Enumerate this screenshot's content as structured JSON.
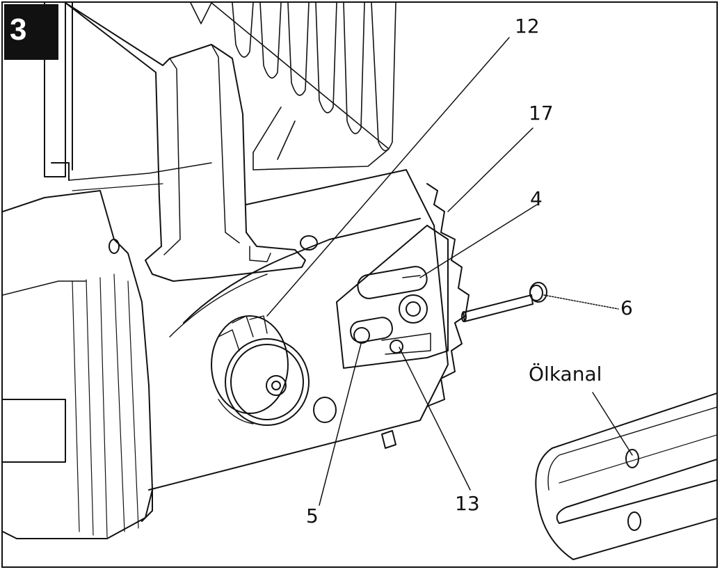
{
  "figure_number": "3",
  "callouts": {
    "c12": "12",
    "c17": "17",
    "c4": "4",
    "c6": "6",
    "oil_channel": "Ölkanal",
    "c5": "5",
    "c13": "13"
  },
  "colors": {
    "line": "#111111",
    "badge_bg": "#111111",
    "badge_text": "#ffffff",
    "background": "#ffffff"
  }
}
